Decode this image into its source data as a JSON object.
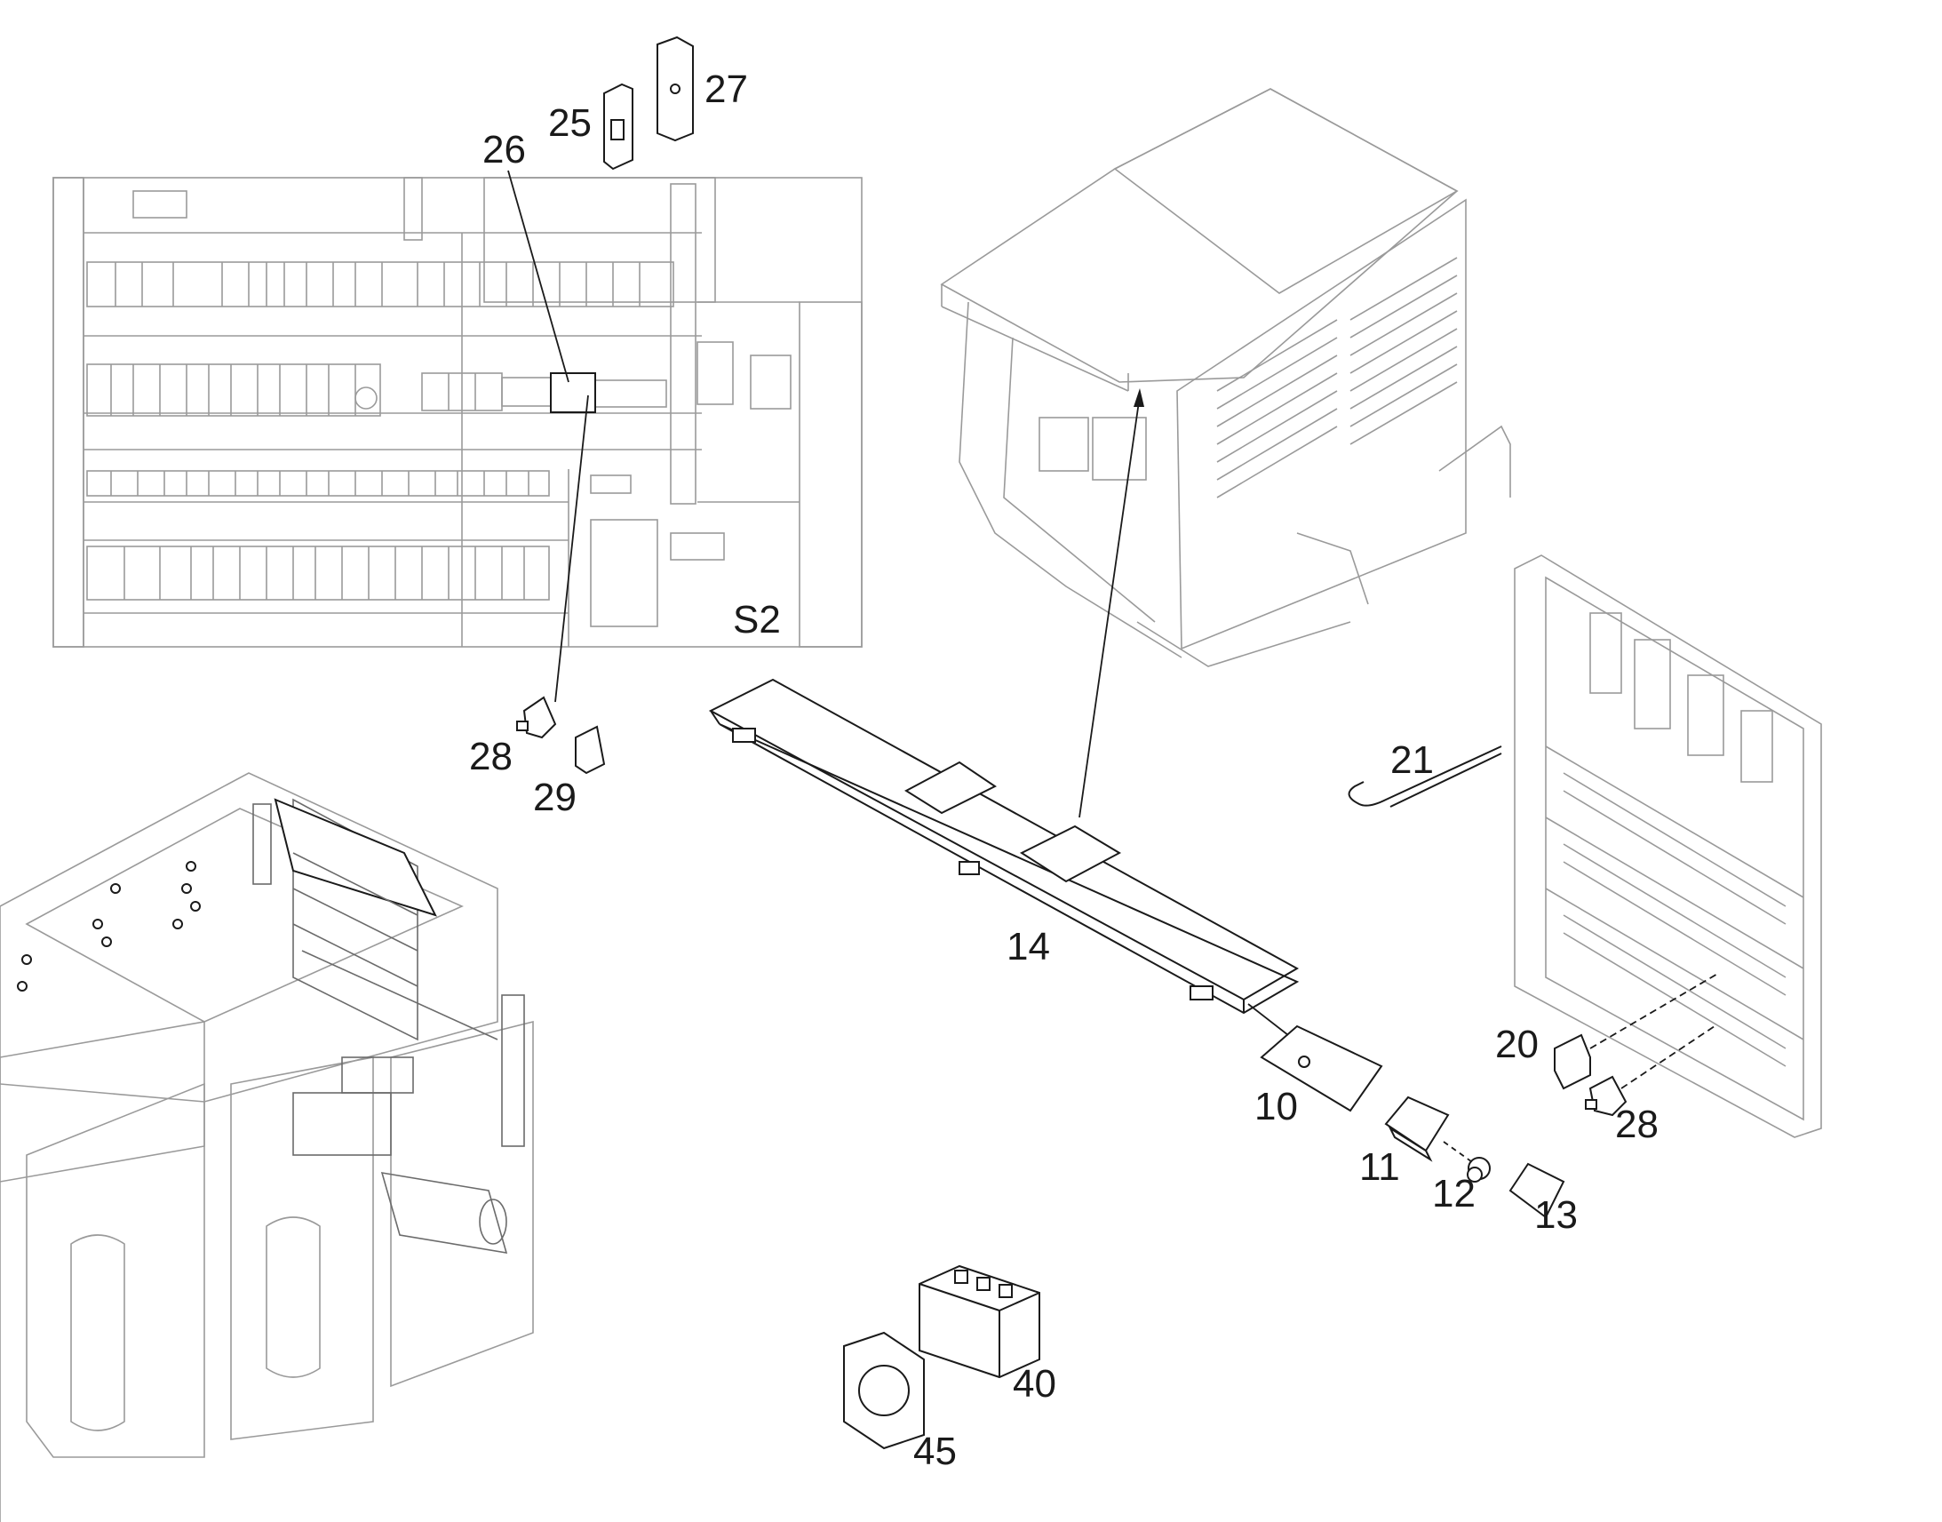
{
  "callouts": {
    "c10": "10",
    "c11": "11",
    "c12": "12",
    "c13": "13",
    "c14": "14",
    "c20": "20",
    "c21": "21",
    "c25": "25",
    "c26": "26",
    "c27": "27",
    "c28a": "28",
    "c28b": "28",
    "c29": "29",
    "c40": "40",
    "c45": "45"
  },
  "panel_label": "S2"
}
